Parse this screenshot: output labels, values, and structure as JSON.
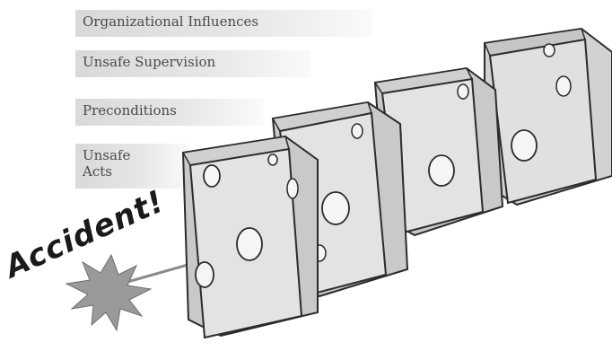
{
  "layers": {
    "organizational_influences": "Organizational Influences",
    "unsafe_supervision": "Unsafe Supervision",
    "preconditions": "Preconditions",
    "unsafe_acts_line1": "Unsafe",
    "unsafe_acts_line2": "Acts"
  },
  "accident_label": "Accident!",
  "colors": {
    "slice_face": "#e3e3e3",
    "slice_side": "#bdbdbd",
    "slice_top": "#d0d0d0",
    "outline": "#2b2b2b",
    "band": "#dcdcdc",
    "trajectory": "#8a8a8a",
    "burst": "#9a9a9a"
  }
}
